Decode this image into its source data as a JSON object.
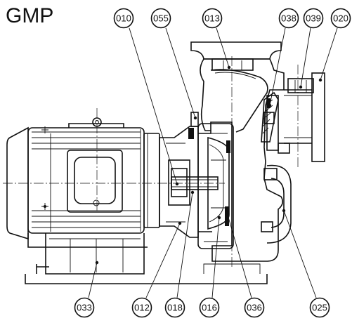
{
  "title": "GMP",
  "callouts": [
    {
      "id": "010",
      "label": "010"
    },
    {
      "id": "055",
      "label": "055"
    },
    {
      "id": "013",
      "label": "013"
    },
    {
      "id": "038",
      "label": "038"
    },
    {
      "id": "039",
      "label": "039"
    },
    {
      "id": "020",
      "label": "020"
    },
    {
      "id": "033",
      "label": "033"
    },
    {
      "id": "012",
      "label": "012"
    },
    {
      "id": "018",
      "label": "018"
    },
    {
      "id": "016",
      "label": "016"
    },
    {
      "id": "036",
      "label": "036"
    },
    {
      "id": "025",
      "label": "025"
    }
  ]
}
